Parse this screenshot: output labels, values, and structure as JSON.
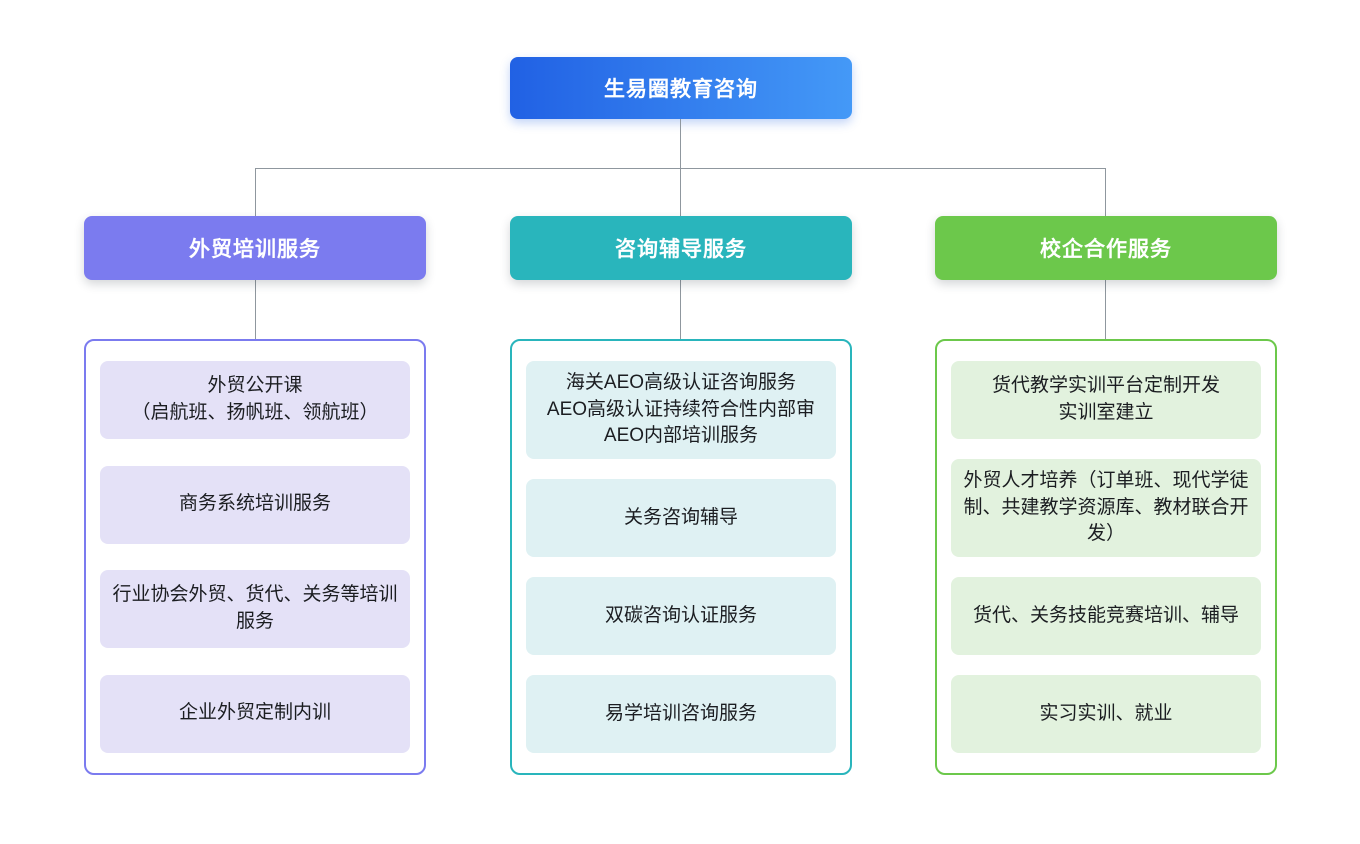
{
  "root": {
    "label": "生易圈教育咨询"
  },
  "branches": [
    {
      "label": "外贸培训服务",
      "color": "#7b7bef",
      "item_bg": "#e4e1f7",
      "items": [
        "外贸公开课\n（启航班、扬帆班、领航班）",
        "商务系统培训服务",
        "行业协会外贸、货代、关务等培训服务",
        "企业外贸定制内训"
      ]
    },
    {
      "label": "咨询辅导服务",
      "color": "#29b5bc",
      "item_bg": "#dff1f3",
      "items": [
        "海关AEO高级认证咨询服务\nAEO高级认证持续符合性内部审\nAEO内部培训服务",
        "关务咨询辅导",
        "双碳咨询认证服务",
        "易学培训咨询服务"
      ]
    },
    {
      "label": "校企合作服务",
      "color": "#6cc84b",
      "item_bg": "#e2f2de",
      "items": [
        "货代教学实训平台定制开发\n实训室建立",
        "外贸人才培养（订单班、现代学徒制、共建教学资源库、教材联合开发）",
        "货代、关务技能竞赛培训、辅导",
        "实习实训、就业"
      ]
    }
  ],
  "colors": {
    "root_gradient_start": "#2161e4",
    "root_gradient_end": "#4499f7",
    "connector_line": "#8f979e"
  }
}
